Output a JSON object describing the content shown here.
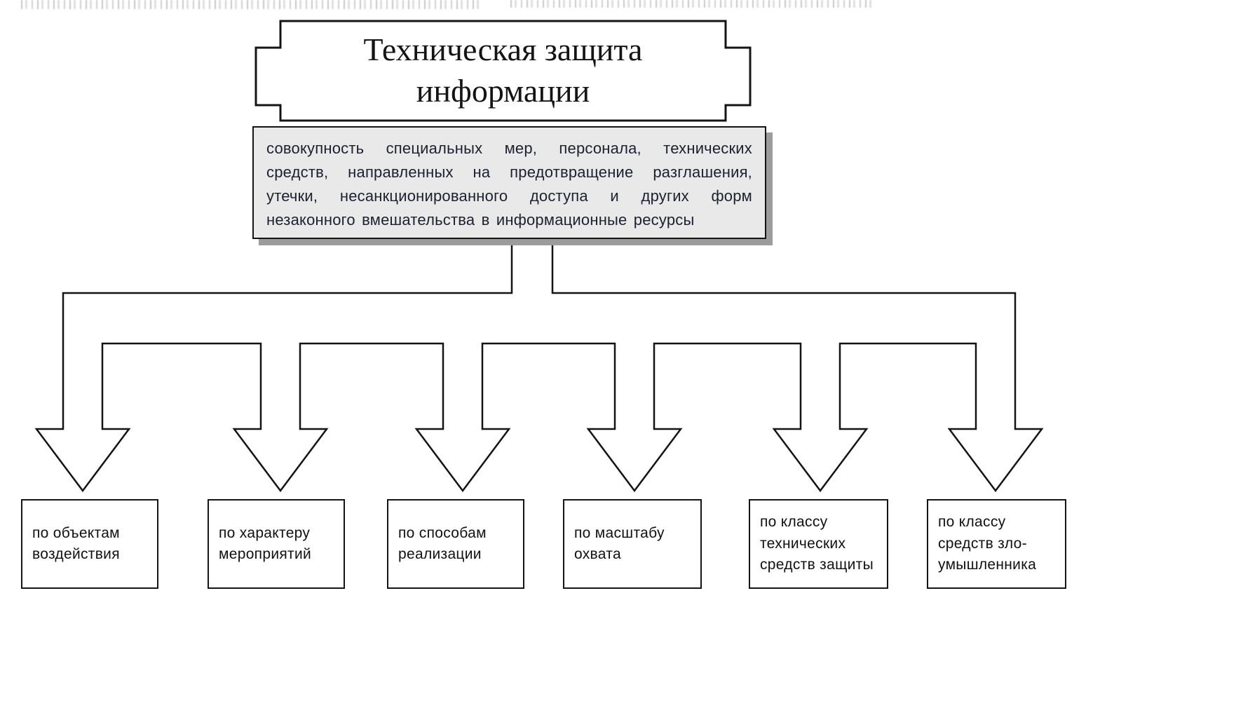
{
  "diagram": {
    "title": "Техническая защита информации",
    "definition": "совокупность специальных мер, персонала, технических средств, направленных на предотвращение разглашения, утечки, несанкционированного доступа и других форм незаконного вмешательства в информационные ресурсы",
    "branches": [
      {
        "label": "по объектам воздействия"
      },
      {
        "label": "по характеру мероприятий"
      },
      {
        "label": "по способам реализации"
      },
      {
        "label": "по масштабу охвата"
      },
      {
        "label": "по классу технических средств защиты"
      },
      {
        "label": "по классу средств зло-умышленника"
      }
    ],
    "colors": {
      "line": "#141414",
      "defbg": "#e9e9e9",
      "deftext": "#1d2030",
      "shadow": "#9c9c9c",
      "boxbg": "#ffffff"
    }
  }
}
